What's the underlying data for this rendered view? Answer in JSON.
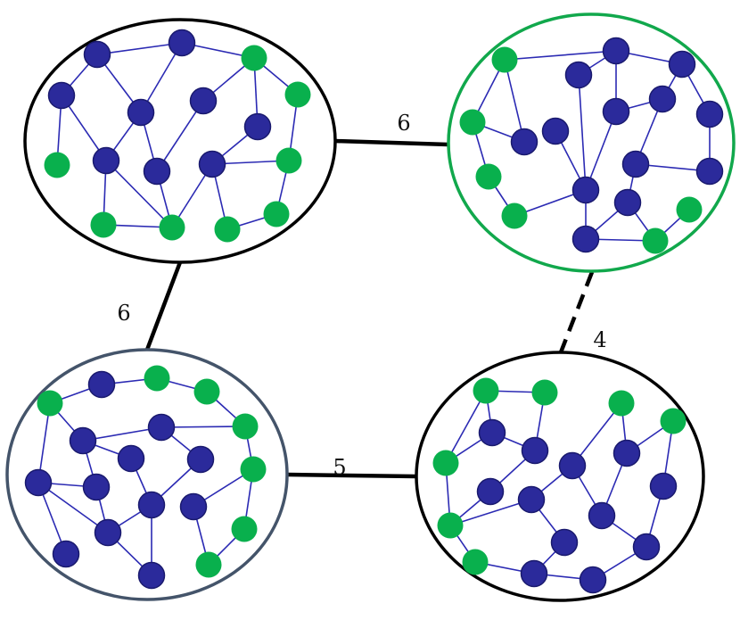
{
  "diagram": {
    "colors": {
      "background": "#ffffff",
      "node_blue": "#2b2a9b",
      "node_blue_stroke": "#1a1a6e",
      "node_green": "#09b04d",
      "intra_edge": "#2b2ab3",
      "outline_black": "#000000",
      "outline_green": "#11a84c",
      "outline_slate": "#44546a"
    },
    "clusters": [
      {
        "id": "top-left",
        "outline": "black"
      },
      {
        "id": "top-right",
        "outline": "green"
      },
      {
        "id": "bottom-left",
        "outline": "slate"
      },
      {
        "id": "bottom-right",
        "outline": "black"
      }
    ],
    "connections": [
      {
        "from": "top-left",
        "to": "top-right",
        "weight": "6",
        "style": "solid"
      },
      {
        "from": "top-left",
        "to": "bottom-left",
        "weight": "6",
        "style": "solid"
      },
      {
        "from": "top-right",
        "to": "bottom-right",
        "weight": "4",
        "style": "dashed"
      },
      {
        "from": "bottom-left",
        "to": "bottom-right",
        "weight": "5",
        "style": "solid"
      }
    ]
  }
}
